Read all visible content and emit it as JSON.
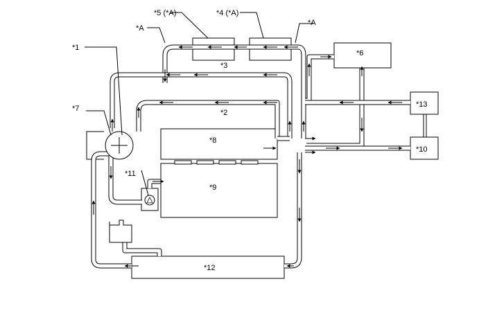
{
  "labels": {
    "c1": "*1",
    "c2": "*2",
    "c3": "*3",
    "c4": "*4 (*A)",
    "c5": "*5 (*A)",
    "c6": "*6",
    "c7": "*7",
    "c8": "*8",
    "c9": "*9",
    "c10": "*10",
    "c11": "*11",
    "c12": "*12",
    "c13": "*13",
    "a_left": "*A",
    "a_right": "*A"
  },
  "colors": {
    "line": "#000000",
    "background": "#ffffff"
  }
}
